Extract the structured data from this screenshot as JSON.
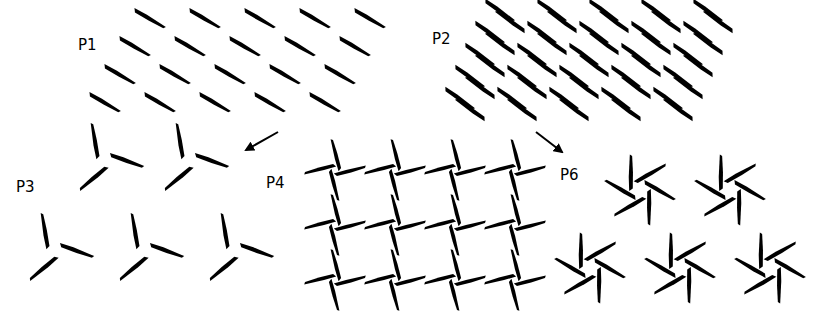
{
  "diagram": {
    "labels": [
      "P1",
      "P2",
      "P3",
      "P4",
      "P6"
    ]
  }
}
